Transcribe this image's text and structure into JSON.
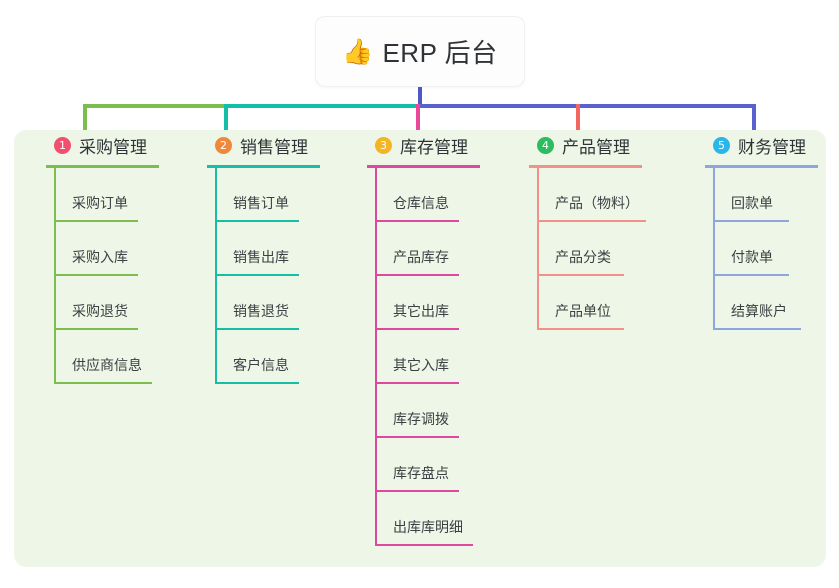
{
  "root": {
    "icon": "thumbs-up-icon",
    "icon_glyph": "👍",
    "title": "ERP 后台"
  },
  "theme": {
    "panel_bg": "#eef7e7",
    "card_bg": "#fdfdfd",
    "text": "#3b4044",
    "trunk": "#4e58c8"
  },
  "connectors": {
    "segments": [
      {
        "name": "bar-green",
        "color": "#7dbd4e"
      },
      {
        "name": "bar-teal",
        "color": "#15bfa5"
      },
      {
        "name": "bar-blue",
        "color": "#5a62cf"
      }
    ],
    "drops": [
      "#7dbd4e",
      "#15bfa5",
      "#ec4899",
      "#f2685f",
      "#5a62cf"
    ]
  },
  "columns": [
    {
      "index": "1",
      "badge_color": "#f0506e",
      "line_color": "#7dbd4e",
      "title": "采购管理",
      "items": [
        {
          "label": "采购订单",
          "rule_width": 84
        },
        {
          "label": "采购入库",
          "rule_width": 84
        },
        {
          "label": "采购退货",
          "rule_width": 84
        },
        {
          "label": "供应商信息",
          "rule_width": 98
        }
      ]
    },
    {
      "index": "2",
      "badge_color": "#f0883c",
      "line_color": "#15bfa5",
      "title": "销售管理",
      "items": [
        {
          "label": "销售订单",
          "rule_width": 84
        },
        {
          "label": "销售出库",
          "rule_width": 84
        },
        {
          "label": "销售退货",
          "rule_width": 84
        },
        {
          "label": "客户信息",
          "rule_width": 84
        }
      ]
    },
    {
      "index": "3",
      "badge_color": "#f5b423",
      "line_color": "#e0479e",
      "title": "库存管理",
      "items": [
        {
          "label": "仓库信息",
          "rule_width": 84
        },
        {
          "label": "产品库存",
          "rule_width": 84
        },
        {
          "label": "其它出库",
          "rule_width": 84
        },
        {
          "label": "其它入库",
          "rule_width": 84
        },
        {
          "label": "库存调拨",
          "rule_width": 84
        },
        {
          "label": "库存盘点",
          "rule_width": 84
        },
        {
          "label": "出库库明细",
          "rule_width": 98
        }
      ]
    },
    {
      "index": "4",
      "badge_color": "#2bbd5e",
      "line_color": "#f3908a",
      "title": "产品管理",
      "items": [
        {
          "label": "产品（物料）",
          "rule_width": 109
        },
        {
          "label": "产品分类",
          "rule_width": 87
        },
        {
          "label": "产品单位",
          "rule_width": 87
        }
      ]
    },
    {
      "index": "5",
      "badge_color": "#29b6e8",
      "line_color": "#8ea6dd",
      "title": "财务管理",
      "items": [
        {
          "label": "回款单",
          "rule_width": 76
        },
        {
          "label": "付款单",
          "rule_width": 76
        },
        {
          "label": "结算账户",
          "rule_width": 88
        }
      ]
    }
  ]
}
